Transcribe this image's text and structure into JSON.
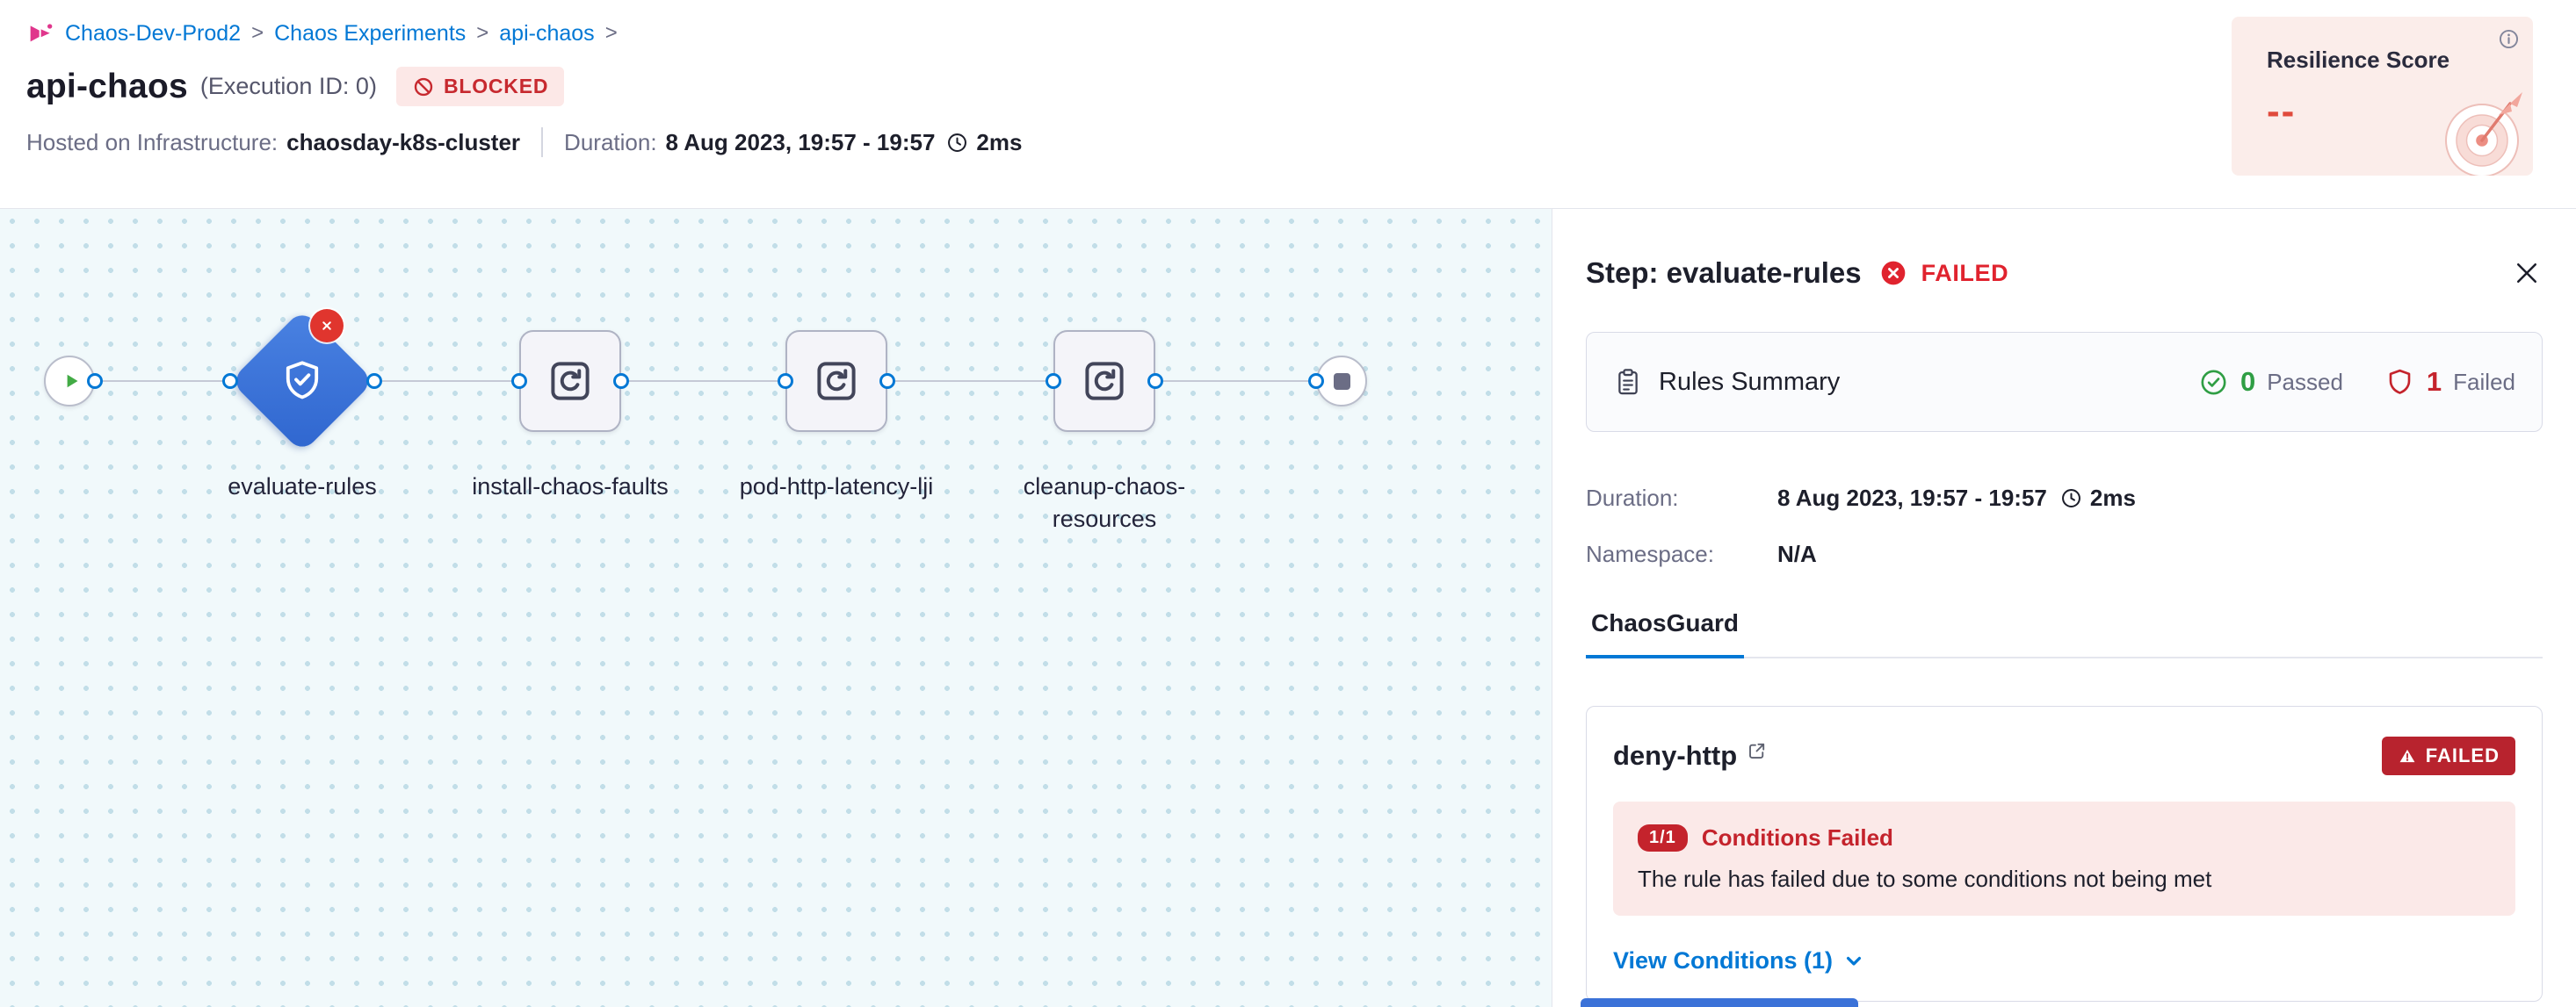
{
  "colors": {
    "primary_blue": "#0278D5",
    "diamond_blue": "#3B72D8",
    "error_red": "#C4232C",
    "failed_text": "#E0232E",
    "success_green": "#2F9E44",
    "blocked_bg": "#FCE8E7",
    "alert_bg": "#FBE9E8",
    "resilience_bg": "#FBEDEA",
    "canvas_bg": "#F1F9FB"
  },
  "icons": {
    "module": "chaos-module-icon",
    "blocked": "no-entry-icon",
    "duration": "clock-icon",
    "resilience_info": "info-circle-icon",
    "resilience_art": "dartboard-icon",
    "step_failed": "circle-x-icon",
    "close": "close-icon",
    "rules_summary": "clipboard-icon",
    "passed": "circle-check-icon",
    "failed": "shield-icon",
    "rule_link": "external-link-icon",
    "rule_failed": "warning-triangle-icon",
    "expand": "chevron-down-icon"
  },
  "breadcrumb": {
    "items": [
      "Chaos-Dev-Prod2",
      "Chaos Experiments",
      "api-chaos"
    ]
  },
  "header": {
    "title": "api-chaos",
    "execution_id": "(Execution ID: 0)",
    "status_badge": "BLOCKED",
    "infra_label": "Hosted on Infrastructure:",
    "infra_value": "chaosday-k8s-cluster",
    "duration_label": "Duration:",
    "duration_value": "8 Aug 2023, 19:57 - 19:57",
    "duration_ms": "2ms",
    "resilience": {
      "title": "Resilience Score",
      "value": "--"
    }
  },
  "pipeline": {
    "nodes": [
      {
        "label": "evaluate-rules",
        "type": "chaosguard-step",
        "status": "failed"
      },
      {
        "label": "install-chaos-faults",
        "type": "step"
      },
      {
        "label": "pod-http-latency-lji",
        "type": "step"
      },
      {
        "label": "cleanup-chaos-resources",
        "type": "step"
      }
    ]
  },
  "panel": {
    "step_title": "Step: evaluate-rules",
    "status": "FAILED",
    "rules_summary": {
      "title": "Rules Summary",
      "passed_count": "0",
      "passed_label": "Passed",
      "failed_count": "1",
      "failed_label": "Failed"
    },
    "duration_label": "Duration:",
    "duration_value": "8 Aug 2023, 19:57 - 19:57",
    "duration_ms": "2ms",
    "namespace_label": "Namespace:",
    "namespace_value": "N/A",
    "tabs": [
      {
        "label": "ChaosGuard",
        "active": true
      }
    ],
    "rule_card": {
      "name": "deny-http",
      "status": "FAILED",
      "conditions_ratio": "1/1",
      "conditions_title": "Conditions Failed",
      "conditions_desc": "The rule has failed due to some conditions not being met",
      "view_conditions": "View Conditions (1)"
    }
  }
}
